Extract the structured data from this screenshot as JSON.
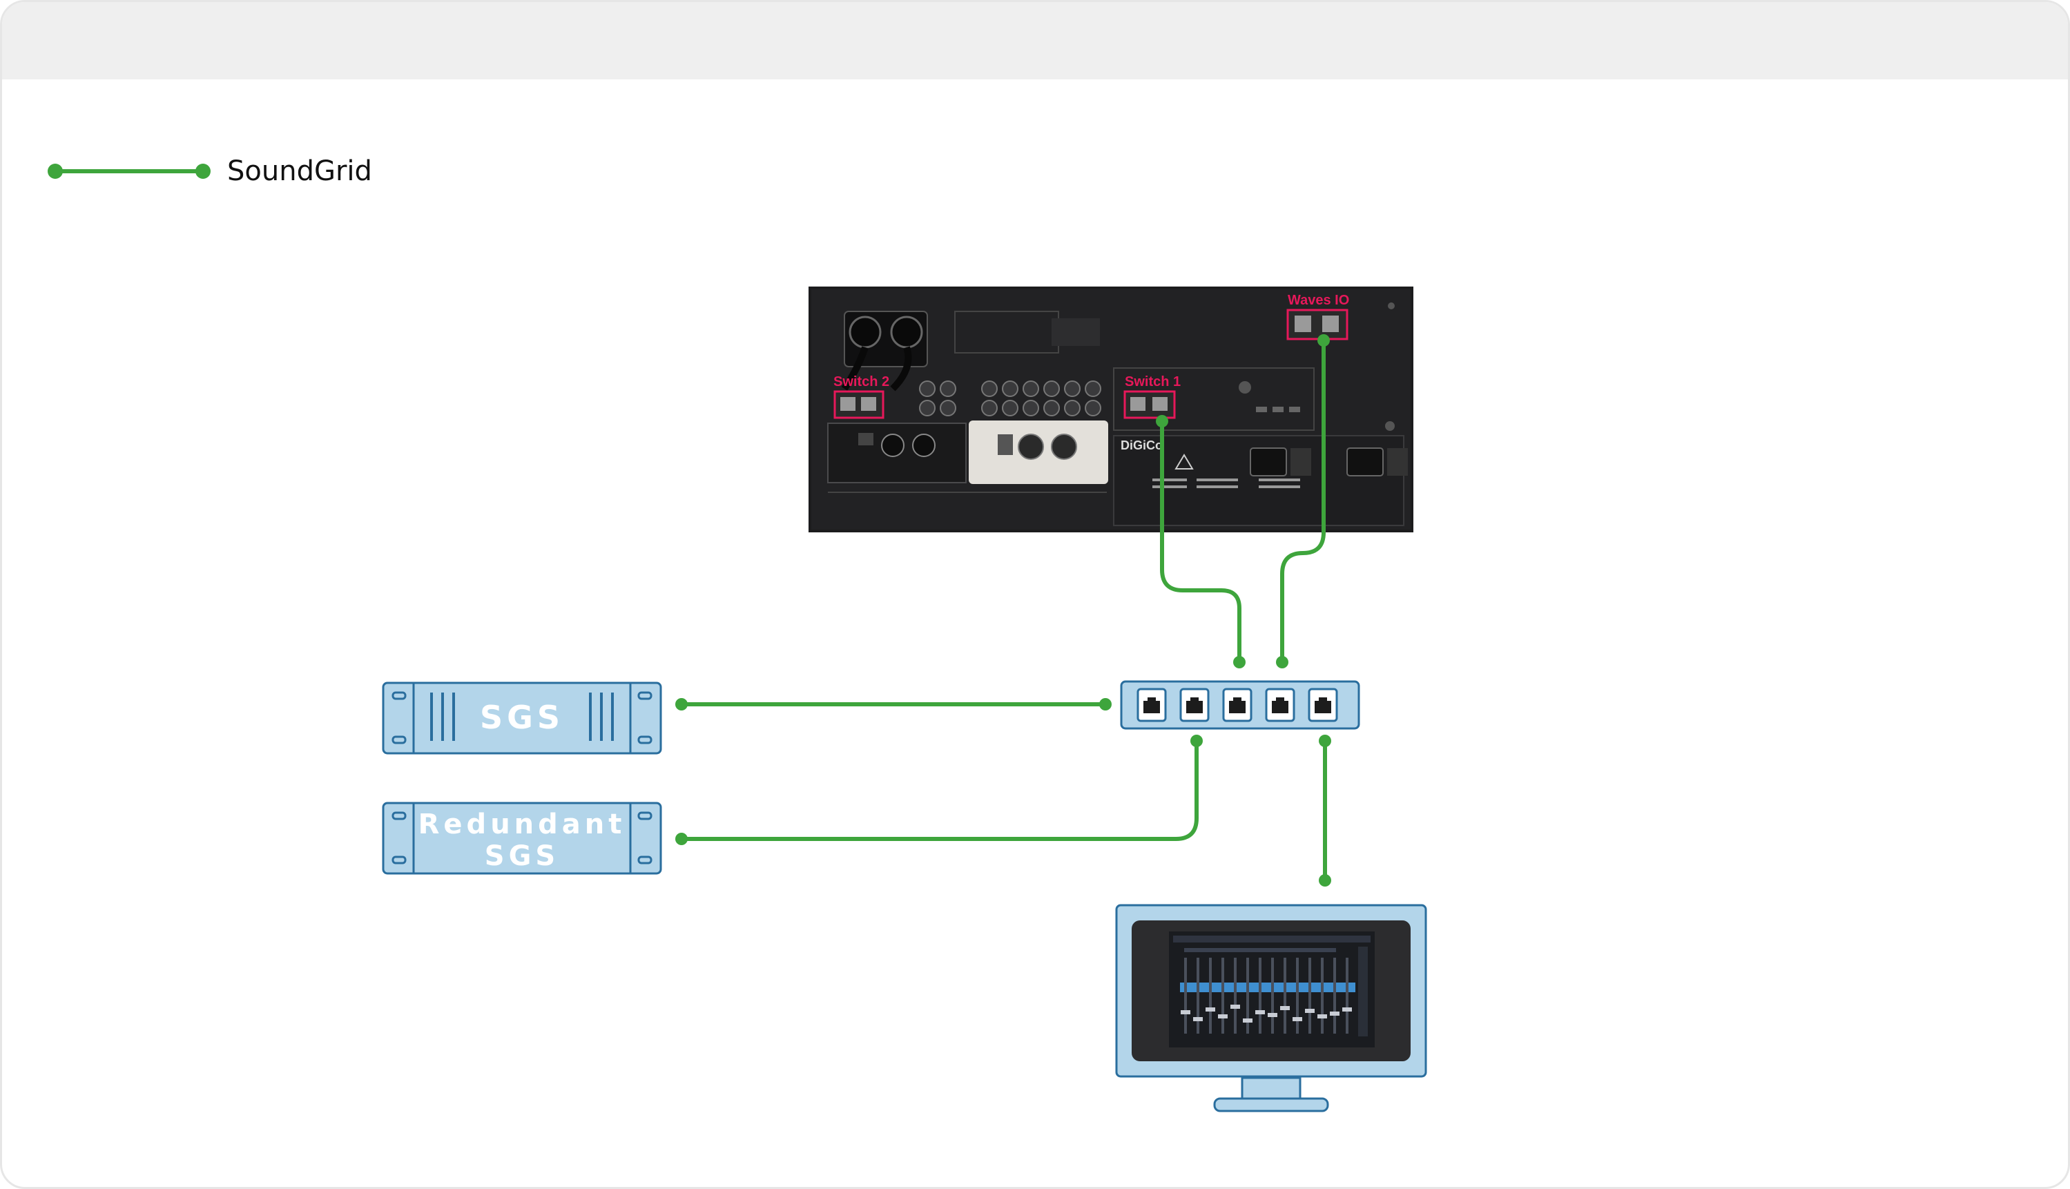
{
  "legend": {
    "label": "SoundGrid",
    "color": "#3ea53c"
  },
  "rack": {
    "switch1_label": "Switch 1",
    "switch2_label": "Switch 2",
    "waves_io_label": "Waves IO",
    "highlight_color": "#e6185a"
  },
  "devices": {
    "sgs_label": "SGS",
    "redundant_line1": "Redundant",
    "redundant_line2": "SGS"
  },
  "colors": {
    "link": "#3ea53c",
    "device_fill": "#b3d5ea",
    "device_stroke": "#2a6e9e"
  }
}
